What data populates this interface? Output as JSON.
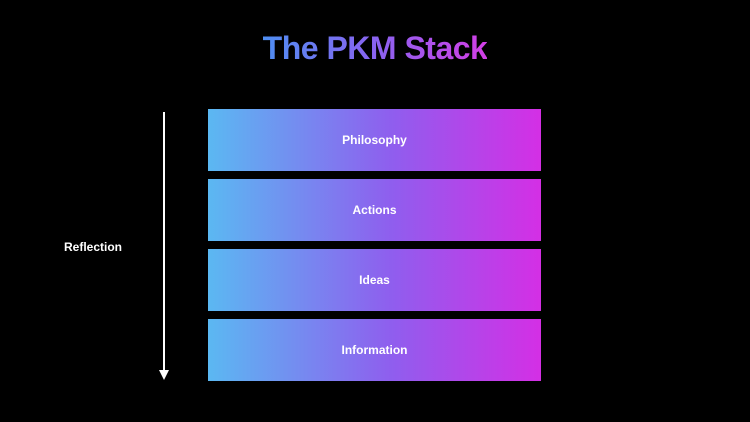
{
  "title": "The PKM Stack",
  "axis_label": "Reflection",
  "layers": [
    {
      "label": "Philosophy"
    },
    {
      "label": "Actions"
    },
    {
      "label": "Ideas"
    },
    {
      "label": "Information"
    }
  ],
  "colors": {
    "background": "#000000",
    "gradient_start": "#5bb8f2",
    "gradient_end": "#d42fe5",
    "text": "#ffffff",
    "arrow": "#ffffff"
  }
}
